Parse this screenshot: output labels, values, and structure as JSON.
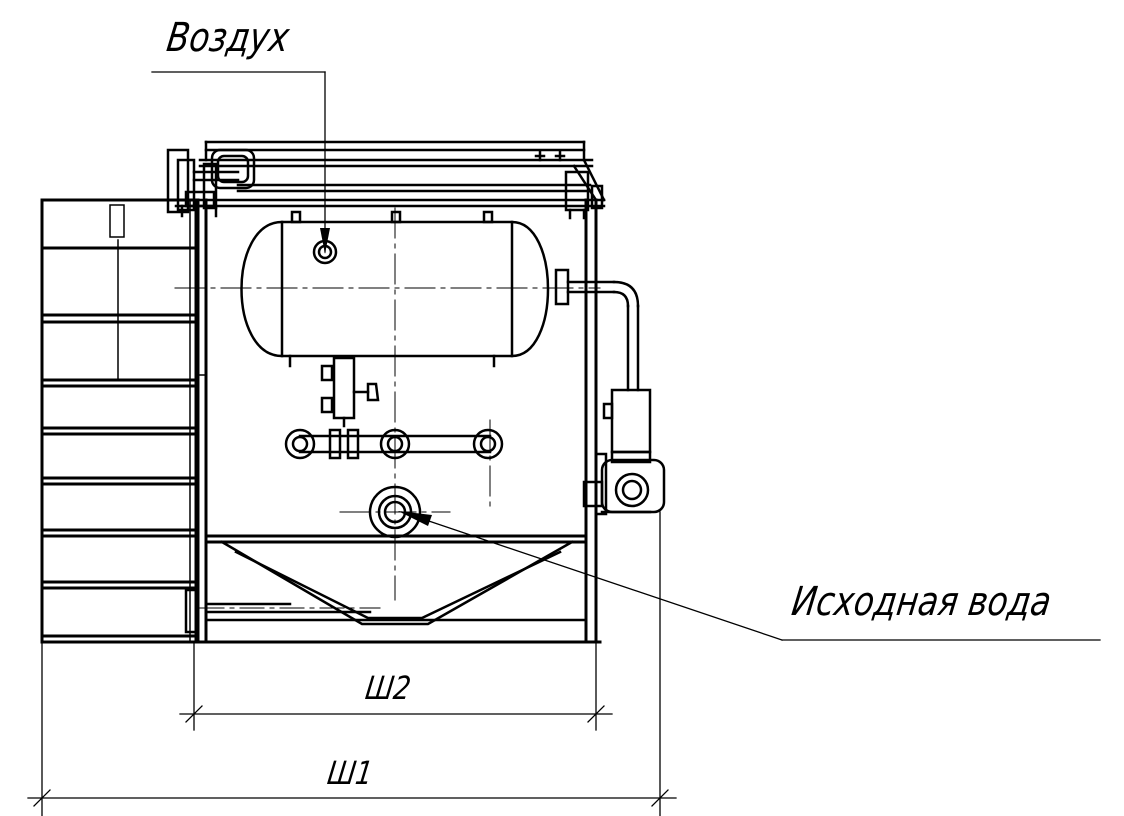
{
  "labels": {
    "air": "Воздух",
    "source_water": "Исходная вода",
    "width_inner": "Ш2",
    "width_outer": "Ш1"
  },
  "colors": {
    "line": "#000000",
    "background": "#ffffff"
  }
}
